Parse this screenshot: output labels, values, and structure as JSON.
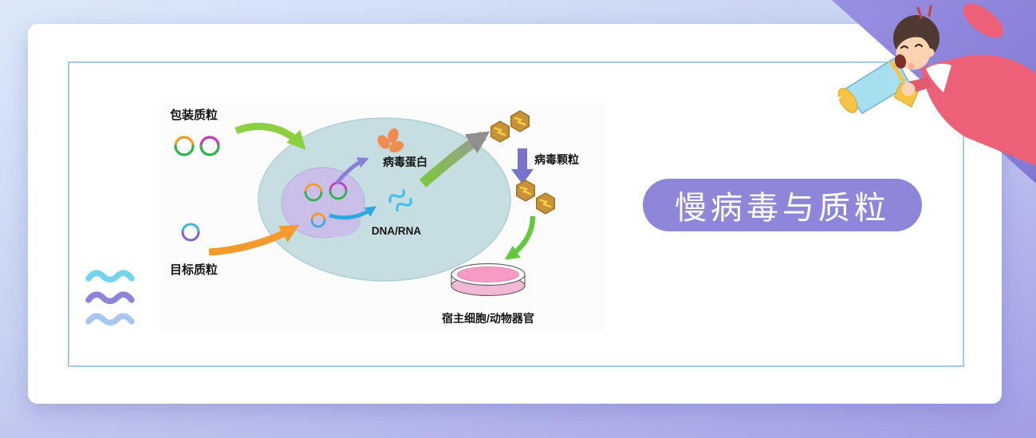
{
  "banner": {
    "title": "慢病毒与质粒"
  },
  "diagram": {
    "packaging_plasmid_label": "包装质粒",
    "target_plasmid_label": "目标质粒",
    "viral_protein_label": "病毒蛋白",
    "dna_rna_label": "DNA/RNA",
    "virus_particle_label": "病毒颗粒",
    "host_label": "宿主细胞/动物器官"
  },
  "colors": {
    "accent_purple": "#8E87D9",
    "ribbon_purple": "#8F88DB",
    "frame_blue": "#A6C6EE",
    "cell_fill": "#C6DEE2",
    "nucleus_fill": "#C9BFE8",
    "arrow_green": "#8CCF3F",
    "arrow_orange": "#F59A2D",
    "arrow_purple": "#8A7FD4",
    "arrow_blue": "#2EA9E0",
    "arrow_lime": "#66C83E",
    "arrow_gray": "#8F8F8F",
    "block_arrow_purple": "#7A73CC",
    "hexagon_gold": "#C8923A",
    "dish_pink": "#F79BC4",
    "wave_cyan": "#74D4EA",
    "wave_purple": "#8C85D9",
    "wave_blue": "#A9C6F1"
  },
  "icons": {
    "plasmid_icon": "two-color circular arc plasmid",
    "cell_icon": "teal ellipse cell",
    "nucleus_icon": "purple blob nucleus",
    "viral_protein_icon": "orange tri-lobe protein",
    "dna_rna_icon": "blue squiggle strands",
    "virus_hexagon_icon": "gold hexagon virion",
    "petri_dish_icon": "pink petri dish",
    "triple_wave_icon": "three stacked wavy lines",
    "megaphone_icon": "cyan megaphone with yellow handle",
    "announcer_icon": "shouting boy in red jacket"
  }
}
